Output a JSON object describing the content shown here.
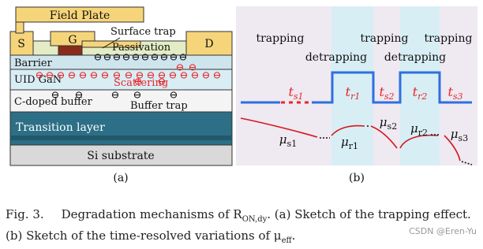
{
  "figure": {
    "left_panel": {
      "field_plate": "Field Plate",
      "source": "S",
      "gate": "G",
      "drain": "D",
      "surface_trap": "Surface trap",
      "passivation": "Passivation",
      "barrier": "Barrier",
      "uid_gan": "UID GaN",
      "scattering": "Scattering",
      "c_doped_buffer": "C-doped buffer",
      "buffer_trap": "Buffer trap",
      "transition_layer": "Transition layer",
      "si_substrate": "Si substrate",
      "panel_label": "(a)",
      "electron_symbol": "⊖",
      "colors": {
        "scattering_red": "#e8262a",
        "transition_teal": "#2c6f86",
        "gate_brown": "#8a2c1c",
        "gold_contact": "#f6d57a"
      }
    },
    "right_panel": {
      "phase_labels": [
        "trapping",
        "detrapping",
        "trapping",
        "detrapping",
        "trapping"
      ],
      "t_labels": [
        {
          "base": "t",
          "sub": "s1"
        },
        {
          "base": "t",
          "sub": "r1"
        },
        {
          "base": "t",
          "sub": "s2"
        },
        {
          "base": "t",
          "sub": "r2"
        },
        {
          "base": "t",
          "sub": "s3"
        }
      ],
      "mu_labels": [
        {
          "base": "μ",
          "sub": "s1"
        },
        {
          "base": "μ",
          "sub": "r1"
        },
        {
          "base": "μ",
          "sub": "s2"
        },
        {
          "base": "μ",
          "sub": "r2"
        },
        {
          "base": "μ",
          "sub": "s3"
        }
      ],
      "panel_label": "(b)",
      "colors": {
        "wave_blue": "#2e6fe0",
        "curve_red": "#d5171d",
        "stress_bg": "#efe9f2",
        "recovery_bg": "#d7eef4"
      }
    }
  },
  "caption": {
    "fig_label": "Fig. 3.",
    "line1_text": "Degradation mechanisms of R",
    "line1_sub": "ON,dy",
    "line1_after": ". (a) Sketch of the trapping effect.",
    "line2_text": "(b) Sketch of the time-resolved variations of μ",
    "line2_sub": "eff",
    "line2_after": "."
  },
  "watermark": "CSDN @Eren-Yu"
}
